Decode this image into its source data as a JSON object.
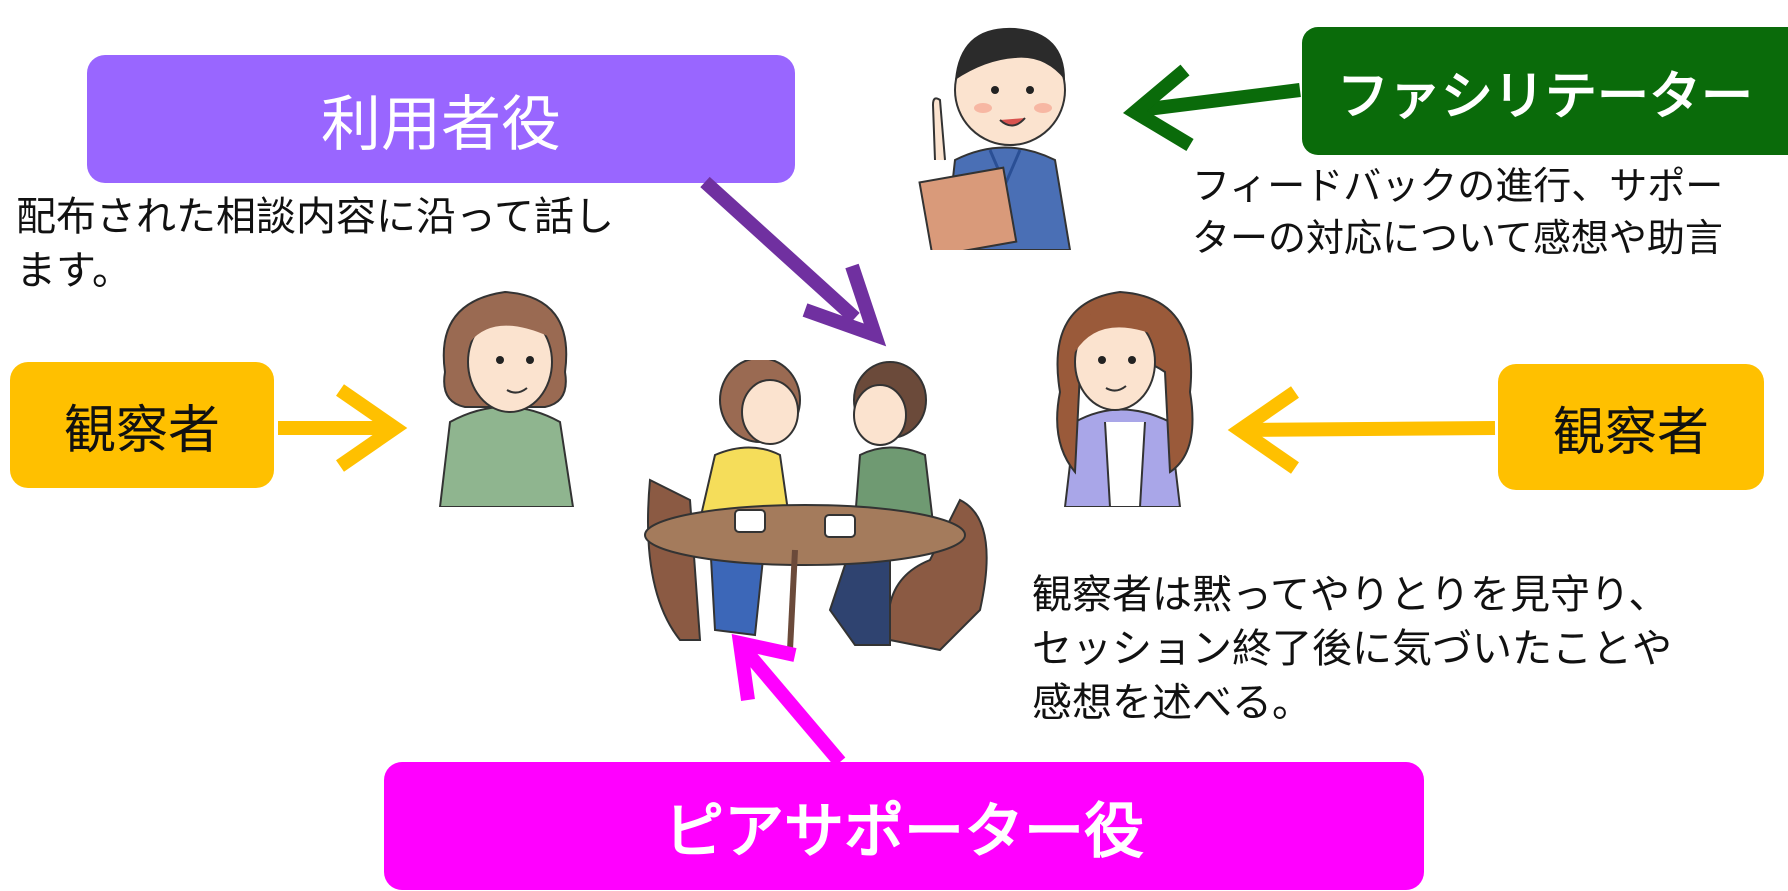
{
  "roles": {
    "user": "利用者役",
    "facilitator": "ファシリテーター",
    "observer_left": "観察者",
    "observer_right": "観察者",
    "peer_supporter": "ピアサポーター役"
  },
  "descriptions": {
    "user_line1": "配布された相談内容に沿って話し",
    "user_line2": "ます。",
    "facilitator_line1": "フィードバックの進行、サポー",
    "facilitator_line2": "ターの対応について感想や助言",
    "observer_line1": "観察者は黙ってやりとりを見守り、",
    "observer_line2": "セッション終了後に気づいたことや",
    "observer_line3": "感想を述べる。"
  },
  "colors": {
    "user": "#9966ff",
    "facilitator": "#0a6b0a",
    "observer": "#ffc000",
    "peer_supporter": "#ff00ff",
    "user_arrow": "#7030a0",
    "facilitator_arrow": "#0a6b0a",
    "observer_arrow": "#ffc000",
    "peer_arrow": "#ff00ff"
  }
}
